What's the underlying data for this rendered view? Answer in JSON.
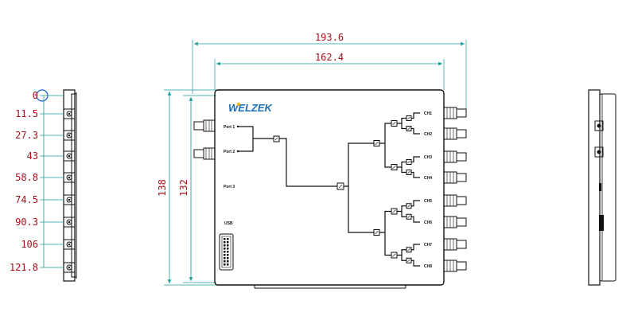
{
  "colors": {
    "line": "#111111",
    "dimension": "#a8101a",
    "dimension_line": "#1a9a9a",
    "logo_primary": "#1b6fb8",
    "logo_accent": "#f2b705"
  },
  "left_view": {
    "port_positions": [
      "0",
      "11.5",
      "27.3",
      "43",
      "58.8",
      "74.5",
      "90.3",
      "106",
      "121.8"
    ]
  },
  "front_view": {
    "logo": "WELZEK",
    "dimensions": {
      "overall_width": "193.6",
      "body_width": "162.4",
      "overall_height": "138",
      "body_height": "132"
    },
    "input_ports": [
      "Port 1",
      "Port 2",
      "Port 3"
    ],
    "usb_label": "USB",
    "output_labels": [
      "CH1",
      "CH2",
      "CH3",
      "CH4",
      "CH5",
      "CH6",
      "CH7",
      "CH8"
    ]
  },
  "icons": {
    "connector": "sma-connector-icon",
    "splitter": "splitter-block-icon",
    "usb": "usb-port-icon",
    "origin": "origin-circle-icon"
  }
}
